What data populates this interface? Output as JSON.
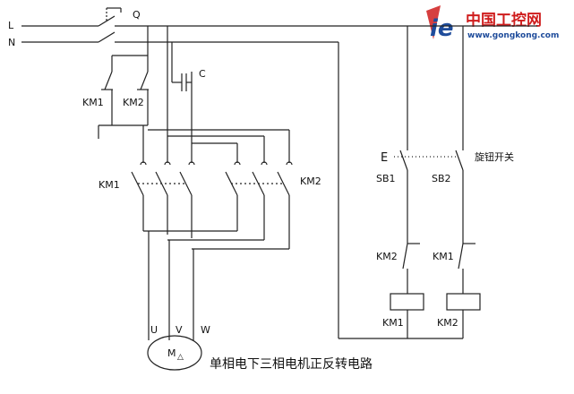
{
  "watermark": {
    "site_name": "中国工控网",
    "site_url": "www.gongkong.com",
    "logo_letters": "ie",
    "brand_red": "#cf1d1d",
    "brand_blue": "#1f4c9b"
  },
  "labels": {
    "line_L": "L",
    "line_N": "N",
    "breaker_Q": "Q",
    "interlock_km1": "KM1",
    "interlock_km2": "KM2",
    "capacitor_C": "C",
    "main_km1": "KM1",
    "main_km2": "KM2",
    "sb1": "SB1",
    "sb2": "SB2",
    "rotary_switch": "旋钮开关",
    "sb1_mark": "E",
    "nc_km2": "KM2",
    "nc_km1": "KM1",
    "coil_km1": "KM1",
    "coil_km2": "KM2",
    "motor_u": "U",
    "motor_v": "V",
    "motor_w": "W",
    "motor_symbol": "M",
    "motor_delta": "△"
  },
  "caption": "单相电下三相电机正反转电路",
  "colors": {
    "wire": "#222222",
    "background": "#ffffff"
  }
}
